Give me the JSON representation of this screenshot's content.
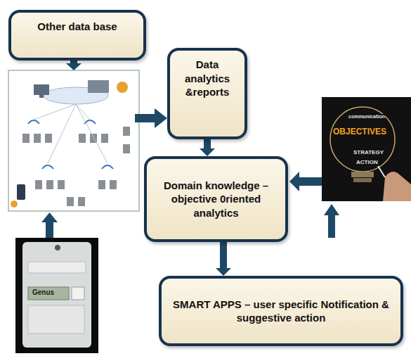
{
  "diagram": {
    "nodes": [
      {
        "text": [
          "Other data base"
        ]
      },
      {
        "text": [
          "Data analytics &reports"
        ]
      },
      {
        "text": [
          "Domain knowledge – objective 0riented analytics"
        ]
      },
      {
        "text": [
          "SMART APPS – user specific Notification & suggestive action"
        ]
      }
    ],
    "edges": [
      {
        "from": 1,
        "to": 2,
        "arrow": "to"
      },
      {
        "from": 2,
        "to": 3,
        "arrow": "to"
      }
    ],
    "labels": [
      "Genus",
      "OBJECTIVES",
      "communication",
      "STRATEGY",
      "ACTION"
    ]
  }
}
